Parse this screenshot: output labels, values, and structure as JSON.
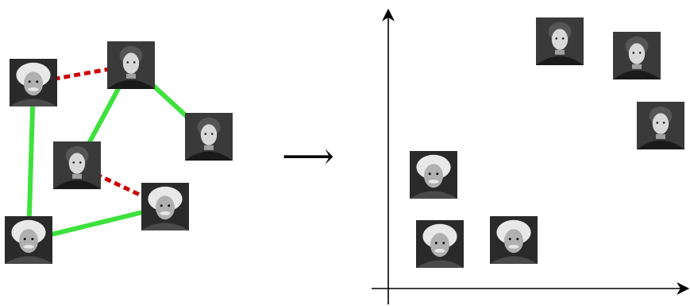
{
  "transition_symbol": "⟶",
  "colors": {
    "similar_edge": "#3ee13e",
    "dissimilar_edge": "#cc0000",
    "axis": "#000000",
    "photo_border": "#ffffff"
  },
  "people": {
    "einstein": {
      "name": "Einstein",
      "tone": [
        "#2a2a2a",
        "#e8e8e8",
        "#b0b0b0"
      ]
    },
    "curie": {
      "name": "Curie",
      "tone": [
        "#3a3a3a",
        "#d8d8d8",
        "#a0a0a0"
      ]
    }
  },
  "left_graph": {
    "nodes": [
      {
        "id": "L1",
        "person": "einstein"
      },
      {
        "id": "L2",
        "person": "curie"
      },
      {
        "id": "L3",
        "person": "curie"
      },
      {
        "id": "L4",
        "person": "curie"
      },
      {
        "id": "L5",
        "person": "einstein"
      },
      {
        "id": "L6",
        "person": "einstein"
      }
    ],
    "edges": [
      {
        "from": "L1",
        "to": "L2",
        "type": "dissimilar"
      },
      {
        "from": "L2",
        "to": "L3",
        "type": "similar"
      },
      {
        "from": "L2",
        "to": "L4",
        "type": "similar"
      },
      {
        "from": "L1",
        "to": "L6",
        "type": "similar"
      },
      {
        "from": "L4",
        "to": "L5",
        "type": "dissimilar"
      },
      {
        "from": "L6",
        "to": "L5",
        "type": "similar"
      }
    ]
  },
  "right_embedding": {
    "points": [
      {
        "id": "R1",
        "person": "curie"
      },
      {
        "id": "R2",
        "person": "curie"
      },
      {
        "id": "R3",
        "person": "curie"
      },
      {
        "id": "R4",
        "person": "einstein"
      },
      {
        "id": "R5",
        "person": "einstein"
      },
      {
        "id": "R6",
        "person": "einstein"
      }
    ]
  }
}
